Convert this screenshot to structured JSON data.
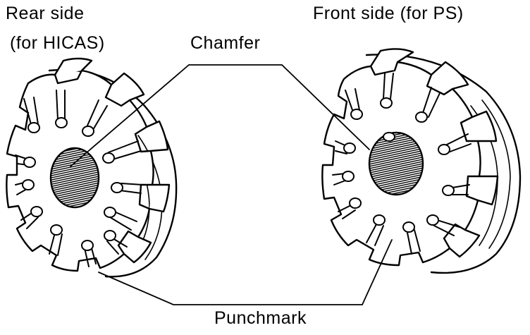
{
  "labels": {
    "rear_line1": "Rear side",
    "rear_line2": "(for HICAS)",
    "front": "Front side (for PS)",
    "chamfer": "Chamfer",
    "punchmark": "Punchmark"
  },
  "colors": {
    "ink": "#000000",
    "paper": "#ffffff"
  }
}
